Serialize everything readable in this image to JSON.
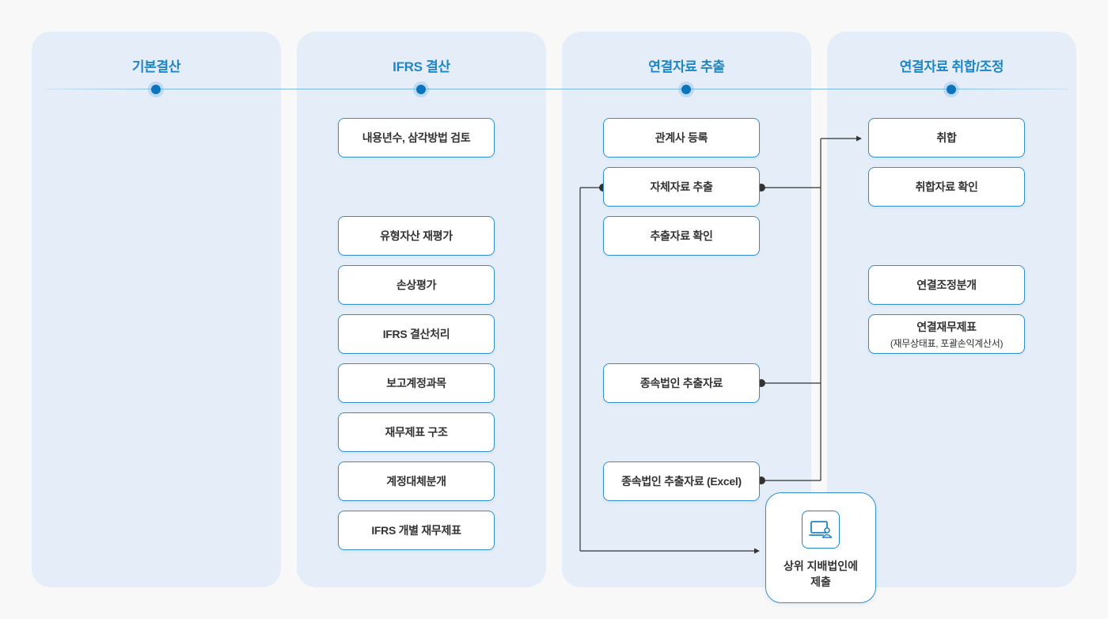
{
  "columns": [
    {
      "title": "기본결산",
      "items": []
    },
    {
      "title": "IFRS 결산",
      "items": [
        "내용년수, 삼각방법 검토",
        "유형자산 재평가",
        "손상평가",
        "IFRS 결산처리",
        "보고계정과목",
        "재무제표 구조",
        "계정대체분개",
        "IFRS 개별 재무제표"
      ]
    },
    {
      "title": "연결자료 추출",
      "items": [
        "관계사 등록",
        "자체자료 추출",
        "추출자료 확인",
        "종속법인 추출자료",
        "종속법인 추출자료 (Excel)"
      ]
    },
    {
      "title": "연결자료 취합/조정",
      "items": [
        "취합",
        "취합자료 확인",
        "연결조정분개",
        "연결재무제표"
      ],
      "sub": "(재무상태표, 포괄손익계산서)"
    }
  ],
  "submit": {
    "line1": "상위 지배법인에",
    "line2": "제출",
    "icon": "laptop-user-icon"
  },
  "colors": {
    "accent": "#1f86c6",
    "panel": "#e5eef8",
    "border": "#2f8fcf"
  }
}
